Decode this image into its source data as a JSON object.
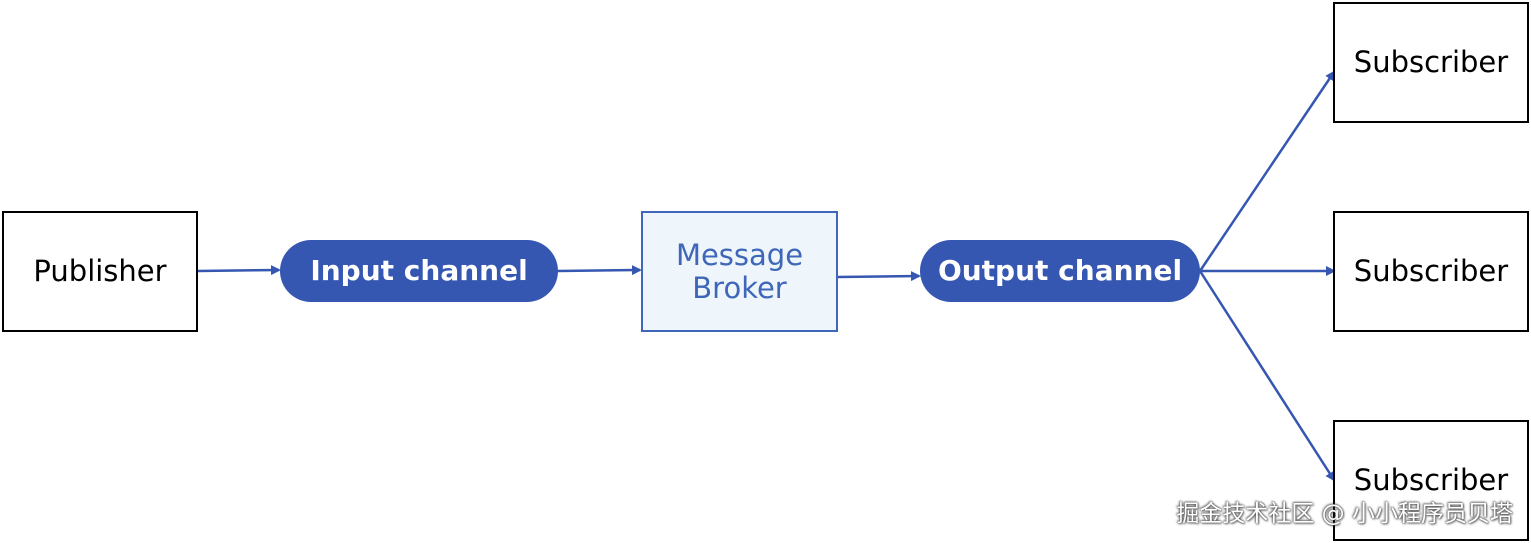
{
  "diagram": {
    "publisher": "Publisher",
    "input_channel": "Input channel",
    "broker_line1": "Message",
    "broker_line2": "Broker",
    "output_channel": "Output channel",
    "subscribers": [
      "Subscriber",
      "Subscriber",
      "Subscriber"
    ]
  },
  "watermark": "掘金技术社区 @ 小小程序员贝塔",
  "colors": {
    "accent": "#3556b1",
    "broker_border": "#3f66b8",
    "broker_fill": "#eef6fb",
    "box_border": "#000000"
  }
}
